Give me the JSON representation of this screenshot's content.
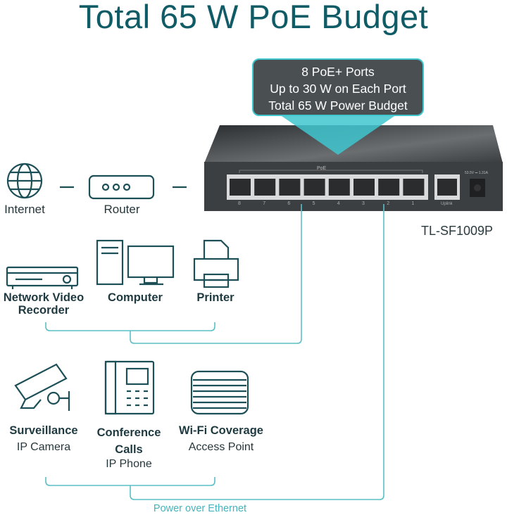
{
  "title": "Total 65 W PoE Budget",
  "callout": {
    "lines": [
      "8 PoE+ Ports",
      "Up to 30 W on Each Port",
      "Total 65 W Power Budget"
    ]
  },
  "switch": {
    "model": "TL-SF1009P",
    "poe_label": "PoE",
    "port_numbers": [
      "8",
      "7",
      "6",
      "5",
      "4",
      "3",
      "2",
      "1"
    ],
    "uplink_label": "Uplink",
    "power_rating": "53.5V ⎓ 1.31A"
  },
  "network": {
    "internet": "Internet",
    "router": "Router"
  },
  "devices_row1": [
    {
      "name": "Network Video Recorder",
      "icon": "nvr-icon"
    },
    {
      "name": "Computer",
      "icon": "computer-icon"
    },
    {
      "name": "Printer",
      "icon": "printer-icon"
    }
  ],
  "devices_row2": [
    {
      "name": "Surveillance",
      "sub": "IP Camera",
      "icon": "camera-icon"
    },
    {
      "name": "Conference Calls",
      "sub": "IP Phone",
      "icon": "phone-icon"
    },
    {
      "name": "Wi-Fi Coverage",
      "sub": "Access Point",
      "icon": "access-point-icon"
    }
  ],
  "poe_caption": "Power over Ethernet",
  "colors": {
    "title": "#0f5b66",
    "icon": "#1d4f57",
    "line": "#5bbfc6",
    "accent": "#3fc6cf"
  }
}
